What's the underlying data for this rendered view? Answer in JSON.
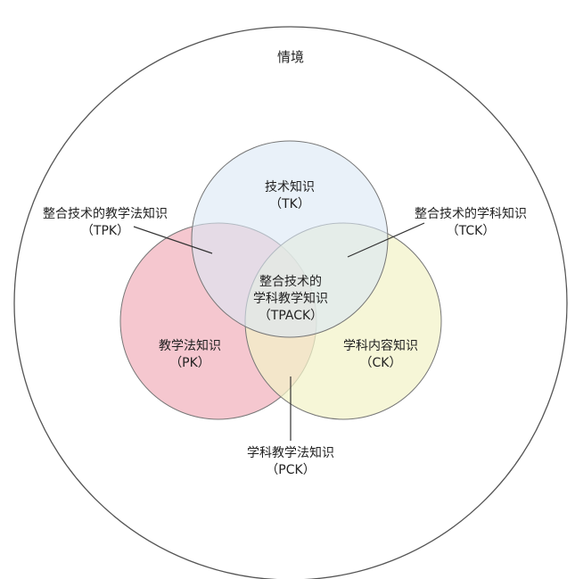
{
  "context": {
    "label": "情境"
  },
  "sets": {
    "tk": {
      "name": "技术知识",
      "abbr": "（TK）",
      "color": "#dbe8f5"
    },
    "pk": {
      "name": "教学法知识",
      "abbr": "（PK）",
      "color": "#f2b7c1"
    },
    "ck": {
      "name": "学科内容知识",
      "abbr": "（CK）",
      "color": "#f2f2c8"
    }
  },
  "intersections": {
    "tpk": {
      "name": "整合技术的教学法知识",
      "abbr": "（TPK）"
    },
    "tck": {
      "name": "整合技术的学科知识",
      "abbr": "（TCK）"
    },
    "pck": {
      "name": "学科教学法知识",
      "abbr": "（PCK）"
    },
    "tpack": {
      "line1": "整合技术的",
      "line2": "学科教学知识",
      "abbr": "（TPACK）"
    }
  }
}
